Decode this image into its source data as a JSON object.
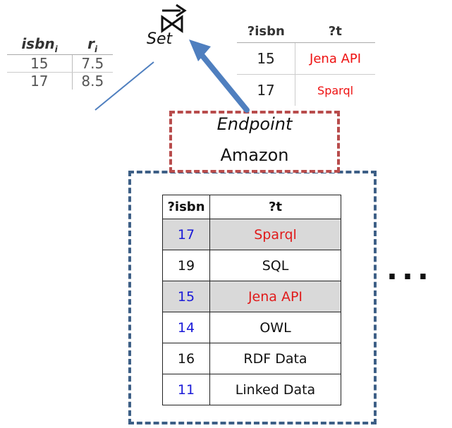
{
  "left_table": {
    "headers": [
      "isbn",
      "r"
    ],
    "header_subscript": "i",
    "rows": [
      [
        "15",
        "7.5"
      ],
      [
        "17",
        "8.5"
      ]
    ]
  },
  "set_label": "Set",
  "right_table": {
    "headers": [
      "?isbn",
      "?t"
    ],
    "rows": [
      [
        "15",
        "Jena API"
      ],
      [
        "17",
        "Sparql"
      ]
    ]
  },
  "endpoint": {
    "title": "Endpoint",
    "name": "Amazon",
    "border_color": "#b84c4c"
  },
  "main_table": {
    "headers": [
      "?isbn",
      "?t"
    ],
    "rows": [
      {
        "isbn": "17",
        "t": "Sparql",
        "shaded": true,
        "isbn_color": "blue",
        "t_color": "red"
      },
      {
        "isbn": "19",
        "t": "SQL",
        "shaded": false,
        "isbn_color": "black",
        "t_color": "black"
      },
      {
        "isbn": "15",
        "t": "Jena API",
        "shaded": true,
        "isbn_color": "blue",
        "t_color": "red"
      },
      {
        "isbn": "14",
        "t": "OWL",
        "shaded": false,
        "isbn_color": "blue",
        "t_color": "black"
      },
      {
        "isbn": "16",
        "t": "RDF Data",
        "shaded": false,
        "isbn_color": "black",
        "t_color": "black"
      },
      {
        "isbn": "11",
        "t": "Linked Data",
        "shaded": false,
        "isbn_color": "blue",
        "t_color": "black"
      }
    ],
    "border_color": "#3d5f86"
  },
  "ellipsis": "...",
  "colors": {
    "arrow": "#4f7fbf",
    "red_text": "#e01b1b",
    "blue_text": "#1a1ad8",
    "shade": "#d9d9d9"
  },
  "icons": {
    "set_operator": "bowtie-join-icon",
    "flow_arrow": "arrow-up-left-icon"
  }
}
